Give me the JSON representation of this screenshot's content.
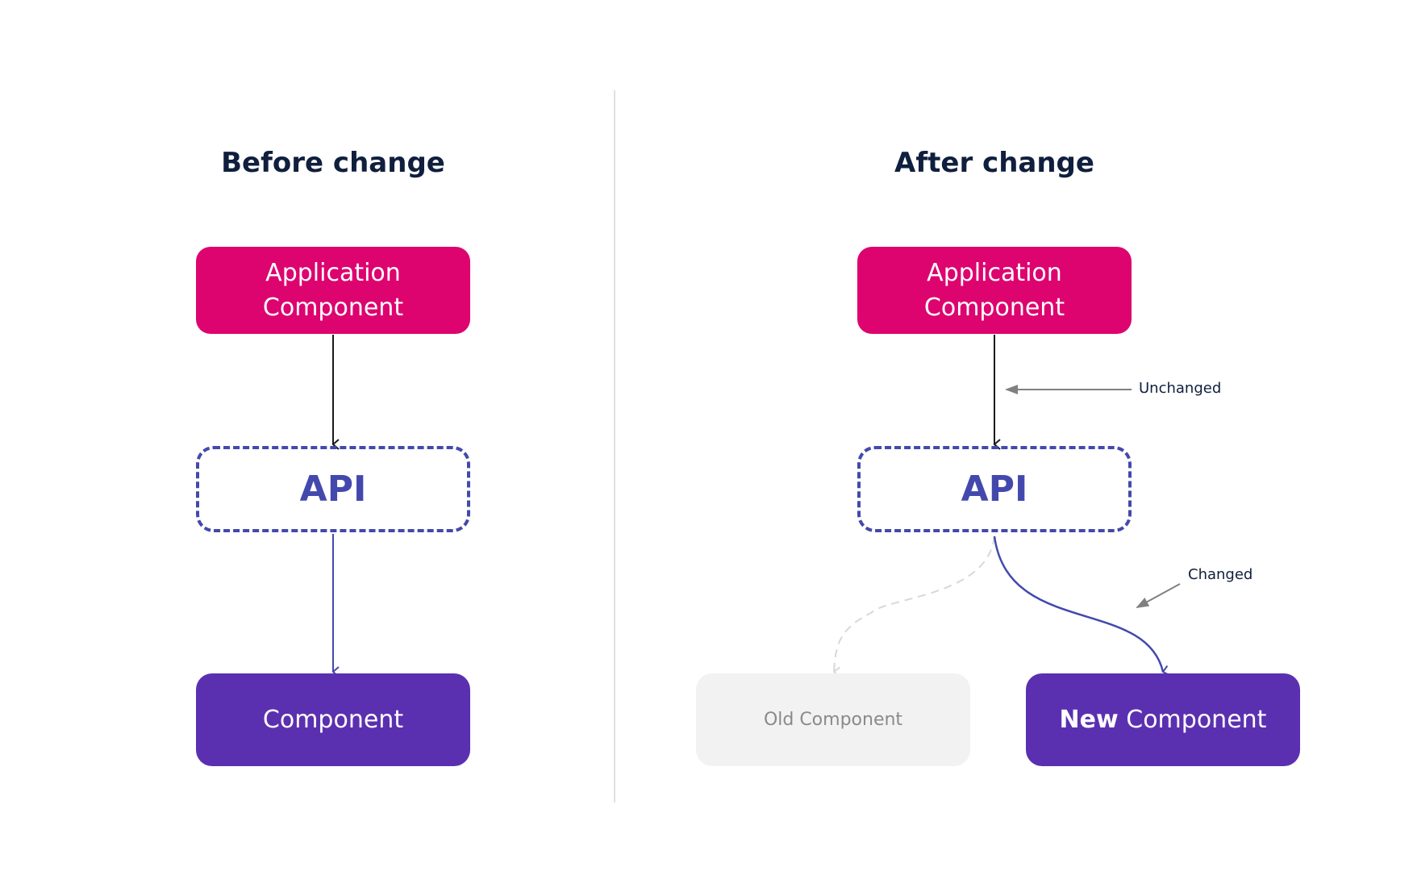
{
  "before": {
    "title": "Before change",
    "app_component": {
      "line1": "Application",
      "line2": "Component"
    },
    "api_label": "API",
    "component_label": "Component"
  },
  "after": {
    "title": "After change",
    "app_component": {
      "line1": "Application",
      "line2": "Component"
    },
    "api_label": "API",
    "old_component_label": "Old Component",
    "new_component": {
      "bold": "New",
      "rest": " Component"
    },
    "annotations": {
      "unchanged": "Unchanged",
      "changed": "Changed"
    }
  },
  "colors": {
    "application": "#dd0470",
    "api": "#4349ac",
    "component": "#5b30b0",
    "old_component": "#f2f2f2",
    "arrow_dark": "#1a1a1a",
    "annotation_arrow": "#808080"
  }
}
